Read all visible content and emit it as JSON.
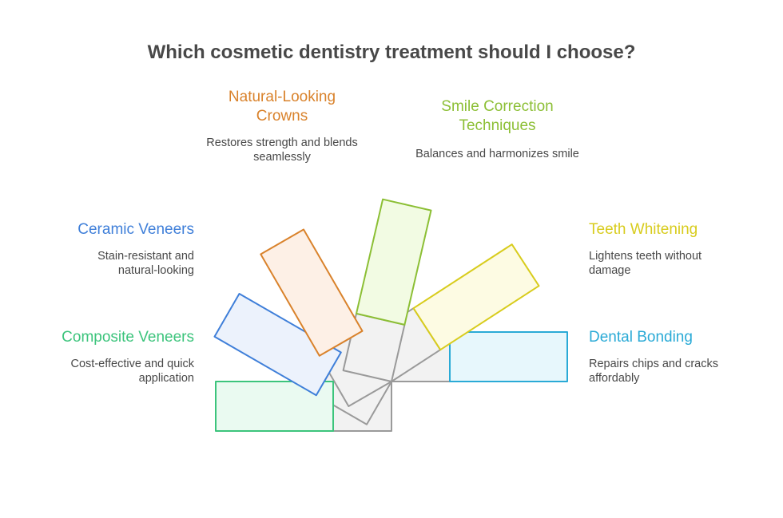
{
  "title": "Which cosmetic dentistry treatment should I choose?",
  "options": [
    {
      "key": "composite",
      "name": "Composite Veneers",
      "desc": "Cost-effective and quick application",
      "color": "#3cc47c",
      "fill": "#eafaf1"
    },
    {
      "key": "ceramic",
      "name": "Ceramic Veneers",
      "desc": "Stain-resistant and natural-looking",
      "color": "#3f7fd9",
      "fill": "#ecf2fc"
    },
    {
      "key": "crowns",
      "name": "Natural-Looking Crowns",
      "desc": "Restores strength and blends seamlessly",
      "color": "#d9822b",
      "fill": "#fdf0e6"
    },
    {
      "key": "smile",
      "name": "Smile Correction Techniques",
      "desc": "Balances and harmonizes smile",
      "color": "#8cbf35",
      "fill": "#f2fbe3"
    },
    {
      "key": "whitening",
      "name": "Teeth Whitening",
      "desc": "Lightens teeth without damage",
      "color": "#d8cc1d",
      "fill": "#fdfbe3"
    },
    {
      "key": "bonding",
      "name": "Dental Bonding",
      "desc": "Repairs chips and cracks affordably",
      "color": "#2aaad6",
      "fill": "#e7f7fc"
    }
  ],
  "hub_color": "#9a9a9a",
  "hub_fill": "#f2f2f2"
}
